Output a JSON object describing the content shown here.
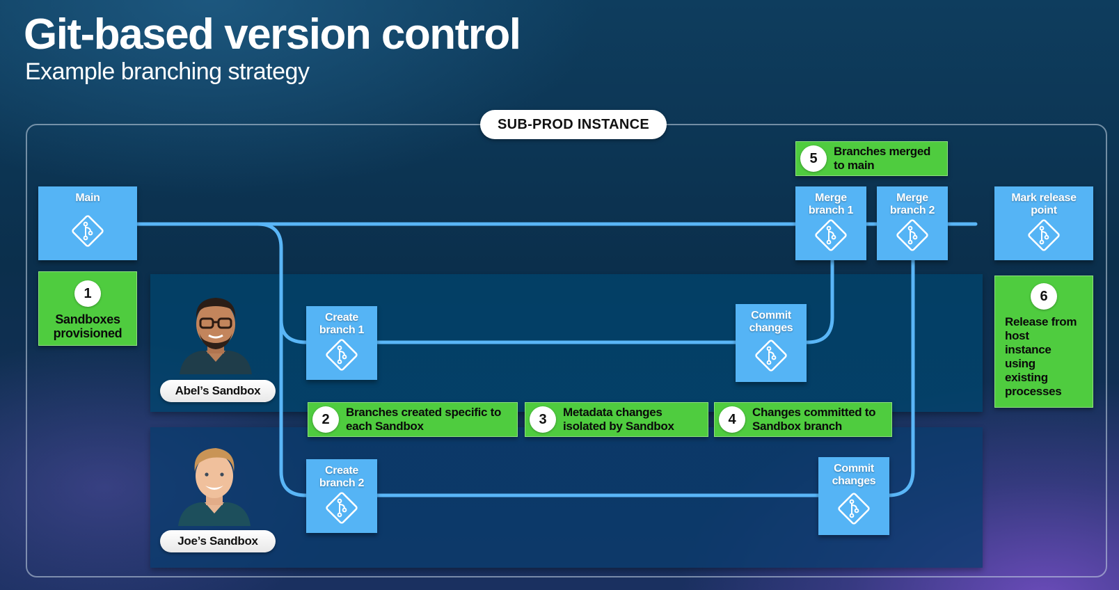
{
  "header": {
    "title": "Git-based version control",
    "subtitle": "Example branching strategy"
  },
  "instance_label": "SUB-PROD INSTANCE",
  "nodes": {
    "main": "Main",
    "merge1": "Merge branch 1",
    "merge2": "Merge branch 2",
    "release": "Mark release point",
    "create1": "Create branch 1",
    "commit1": "Commit changes",
    "create2": "Create branch 2",
    "commit2": "Commit changes"
  },
  "callouts": {
    "c1": {
      "num": "1",
      "text": "Sandboxes provisioned"
    },
    "c2": {
      "num": "2",
      "text": "Branches created specific to each Sandbox"
    },
    "c3": {
      "num": "3",
      "text": "Metadata changes isolated by Sandbox"
    },
    "c4": {
      "num": "4",
      "text": "Changes committed to Sandbox branch"
    },
    "c5": {
      "num": "5",
      "text": "Branches merged to main"
    },
    "c6": {
      "num": "6",
      "text": "Release from host instance using existing processes"
    }
  },
  "sandboxes": {
    "abel": "Abel’s Sandbox",
    "joe": "Joe’s Sandbox"
  },
  "colors": {
    "node": "#55b4f5",
    "callout": "#4fcc3f",
    "line": "#5ab6f7"
  },
  "icons": {
    "node_icon": "git-branch-icon",
    "abel_avatar": "avatar-man-glasses-beard",
    "joe_avatar": "avatar-man-blond"
  }
}
